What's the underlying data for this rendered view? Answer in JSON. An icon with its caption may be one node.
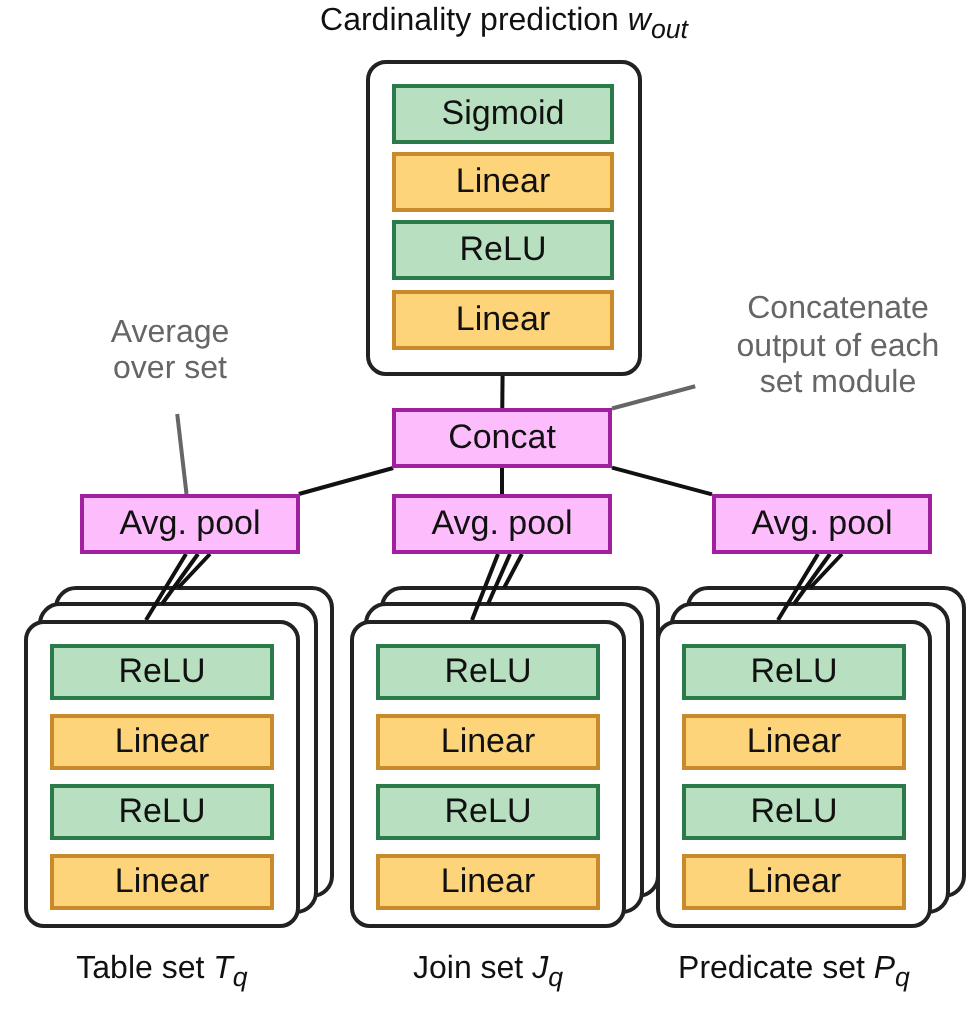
{
  "diagram": {
    "nodes": [
      {
        "text": [
          "Cardinality prediction *w*$_{out}$"
        ]
      },
      {
        "text": [
          "Sigmoid"
        ],
        "in": 0
      },
      {
        "text": [
          "Linear"
        ],
        "in": 0
      },
      {
        "text": [
          "ReLU"
        ],
        "in": 0
      },
      {
        "text": [
          "Linear"
        ],
        "in": 0
      },
      {
        "text": [
          "Concat"
        ]
      },
      {
        "text": [
          "Avg. pool"
        ]
      },
      {
        "text": [
          "Avg. pool"
        ]
      },
      {
        "text": [
          "Avg. pool"
        ]
      },
      {
        "text": [
          "Table set *T*$_{q}$"
        ]
      },
      {
        "text": [
          "ReLU"
        ],
        "in": 9
      },
      {
        "text": [
          "Linear"
        ],
        "in": 9
      },
      {
        "text": [
          "ReLU"
        ],
        "in": 9
      },
      {
        "text": [
          "Linear"
        ],
        "in": 9
      },
      {
        "text": [
          "Join set *J*$_{q}$"
        ]
      },
      {
        "text": [
          "ReLU"
        ],
        "in": 14
      },
      {
        "text": [
          "Linear"
        ],
        "in": 14
      },
      {
        "text": [
          "ReLU"
        ],
        "in": 14
      },
      {
        "text": [
          "Linear"
        ],
        "in": 14
      },
      {
        "text": [
          "Predicate set *P*$_{q}$"
        ]
      },
      {
        "text": [
          "ReLU"
        ],
        "in": 19
      },
      {
        "text": [
          "Linear"
        ],
        "in": 19
      },
      {
        "text": [
          "ReLU"
        ],
        "in": 19
      },
      {
        "text": [
          "Linear"
        ],
        "in": 19
      },
      {
        "text": [
          "Average over set"
        ]
      },
      {
        "text": [
          "Concatenate output of each set module"
        ]
      }
    ],
    "edges": [
      {
        "from": 0,
        "to": 5,
        "arrow": "none"
      },
      {
        "from": 5,
        "to": 6,
        "arrow": "none"
      },
      {
        "from": 5,
        "to": 7,
        "arrow": "none"
      },
      {
        "from": 5,
        "to": 8,
        "arrow": "none"
      },
      {
        "from": 9,
        "to": 6,
        "arrow": "none"
      },
      {
        "from": 14,
        "to": 7,
        "arrow": "none"
      },
      {
        "from": 19,
        "to": 8,
        "arrow": "none"
      },
      {
        "from": 24,
        "to": 6,
        "arrow": "none",
        "color": "#666666"
      },
      {
        "from": 25,
        "to": 5,
        "arrow": "none",
        "color": "#666666"
      }
    ]
  }
}
